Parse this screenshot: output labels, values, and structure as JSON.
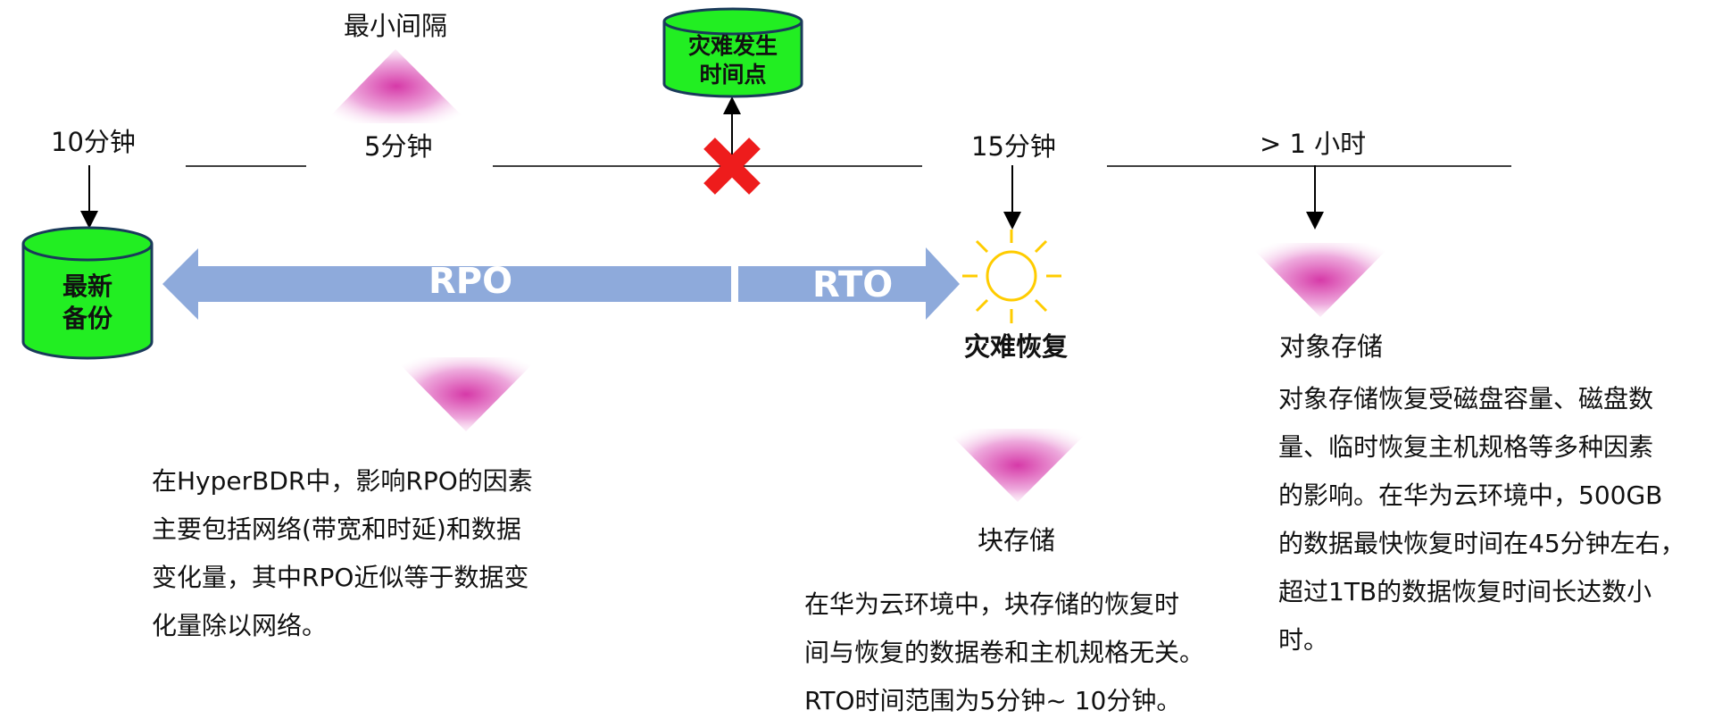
{
  "colors": {
    "cylinder_fill": "#22ee22",
    "cylinder_stroke": "#1a3a5a",
    "arrow_fill": "#8eaadb",
    "cross": "#ee1c1c",
    "sun": "#ffcc00",
    "triangle_center": "#d63aa8"
  },
  "labels": {
    "min_interval": "最小间隔",
    "ten_min": "10分钟",
    "five_min": "5分钟",
    "fifteen_min": "15分钟",
    "over_hour": "> 1 小时",
    "disaster_time": "灾难发生\n时间点",
    "latest_backup": "最新\n备份",
    "rpo": "RPO",
    "rto": "RTO",
    "recovery": "灾难恢复",
    "object_storage": "对象存储",
    "block_storage": "块存储"
  },
  "icons": {
    "down_arrows": "arrow-down-icon",
    "cross": "cross-icon",
    "sun": "sun-icon"
  },
  "paragraphs": {
    "rpo_note": [
      "在HyperBDR中，影响RPO的因素",
      "主要包括网络(带宽和时延)和数据",
      "变化量，其中RPO近似等于数据变",
      "化量除以网络。"
    ],
    "block_note": [
      "在华为云环境中，块存储的恢复时",
      "间与恢复的数据卷和主机规格无关。",
      "RTO时间范围为5分钟~ 10分钟。"
    ],
    "object_note": [
      "对象存储恢复受磁盘容量、磁盘数",
      "量、临时恢复主机规格等多种因素",
      "的影响。在华为云环境中，500GB",
      "的数据最快恢复时间在45分钟左右，",
      "超过1TB的数据恢复时间长达数小",
      "时。"
    ]
  }
}
